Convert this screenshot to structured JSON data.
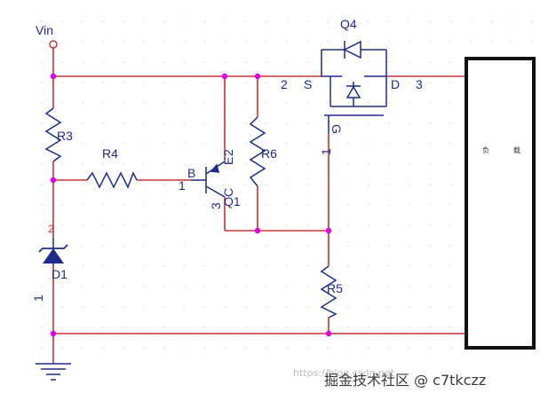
{
  "labels": {
    "vin": "Vin",
    "q4": "Q4",
    "q1": "Q1",
    "r3": "R3",
    "r4": "R4",
    "r5": "R5",
    "r6": "R6",
    "d1": "D1"
  },
  "pins": {
    "q4_s_num": "2",
    "q4_s": "S",
    "q4_d": "D",
    "q4_d_num": "3",
    "q4_g": "G",
    "q4_g_num": "1",
    "q1_b": "B",
    "q1_b_num": "1",
    "q1_e": "E",
    "q1_e_num": "2",
    "q1_c": "C",
    "q1_c_num": "3",
    "d1_top": "2",
    "d1_bottom": "1"
  },
  "load_block": {
    "text_left": "负",
    "text_right": "载"
  },
  "watermark": {
    "main": "掘金技术社区 @ c7tkczz",
    "faint": "https://blog.csdn.net"
  },
  "colors": {
    "wire": "#cc3333",
    "component": "#1e2a8c",
    "junction": "#e100e1",
    "background": "#ffffff"
  }
}
